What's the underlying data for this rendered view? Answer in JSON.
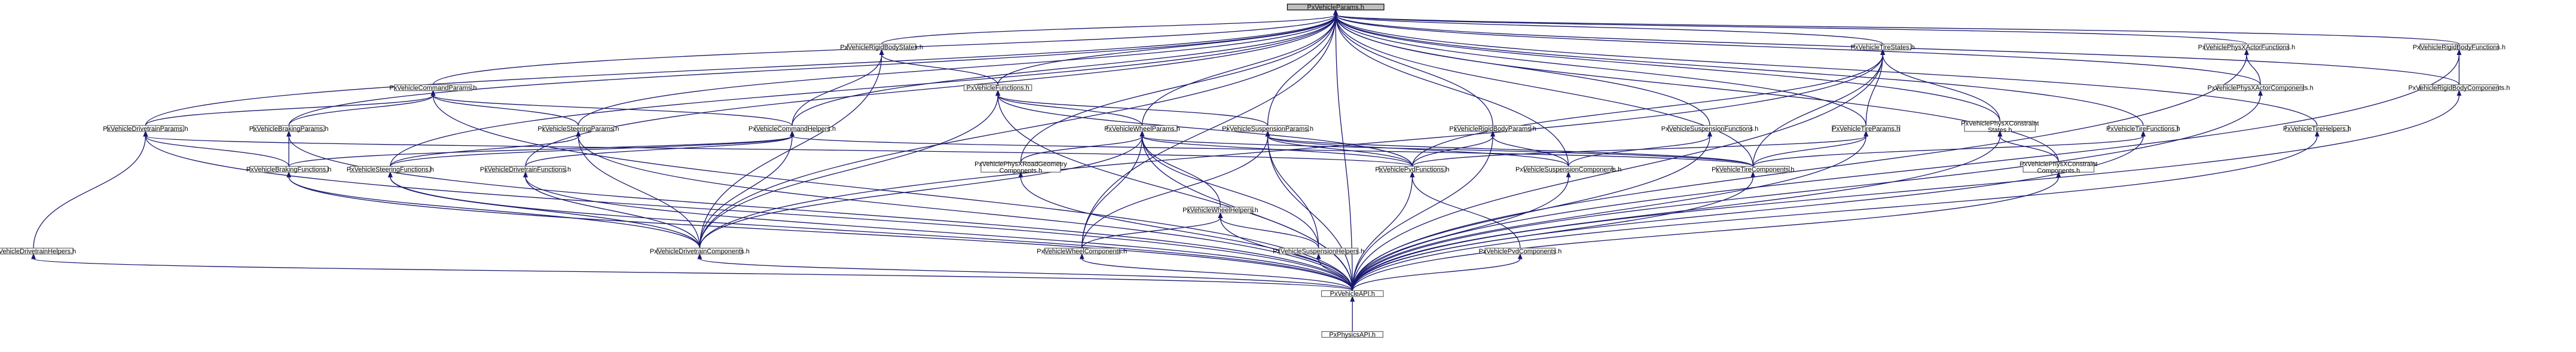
{
  "graph": {
    "title": "",
    "nodes": [
      {
        "id": "params",
        "lines": [
          "PxVehicleParams.h"
        ],
        "root": true
      },
      {
        "id": "rbstates",
        "lines": [
          "PxVehicleRigidBodyStates.h"
        ]
      },
      {
        "id": "functions",
        "lines": [
          "PxVehicleFunctions.h"
        ]
      },
      {
        "id": "cmdparams",
        "lines": [
          "PxVehicleCommandParams.h"
        ]
      },
      {
        "id": "tirestates",
        "lines": [
          "PxVehicleTireStates.h"
        ]
      },
      {
        "id": "physxactorfn",
        "lines": [
          "PxVehiclePhysXActorFunctions.h"
        ]
      },
      {
        "id": "rbfunctions",
        "lines": [
          "PxVehicleRigidBodyFunctions.h"
        ]
      },
      {
        "id": "physxactorcomp",
        "lines": [
          "PxVehiclePhysXActorComponents.h"
        ]
      },
      {
        "id": "rbcomp",
        "lines": [
          "PxVehicleRigidBodyComponents.h"
        ]
      },
      {
        "id": "drivetrainparams",
        "lines": [
          "PxVehicleDrivetrainParams.h"
        ]
      },
      {
        "id": "brakingparams",
        "lines": [
          "PxVehicleBrakingParams.h"
        ]
      },
      {
        "id": "steeringparams",
        "lines": [
          "PxVehicleSteeringParams.h"
        ]
      },
      {
        "id": "cmdhelpers",
        "lines": [
          "PxVehicleCommandHelpers.h"
        ]
      },
      {
        "id": "wheelparams",
        "lines": [
          "PxVehicleWheelParams.h"
        ]
      },
      {
        "id": "suspparams",
        "lines": [
          "PxVehicleSuspensionParams.h"
        ]
      },
      {
        "id": "rbparams",
        "lines": [
          "PxVehicleRigidBodyParams.h"
        ]
      },
      {
        "id": "suspfunctions",
        "lines": [
          "PxVehicleSuspensionFunctions.h"
        ]
      },
      {
        "id": "tireparams",
        "lines": [
          "PxVehicleTireParams.h"
        ]
      },
      {
        "id": "physxconststates",
        "lines": [
          "PxVehiclePhysXConstraint",
          "States.h"
        ]
      },
      {
        "id": "tirefunctions",
        "lines": [
          "PxVehicleTireFunctions.h"
        ]
      },
      {
        "id": "tirehelpers",
        "lines": [
          "PxVehicleTireHelpers.h"
        ]
      },
      {
        "id": "brakingfunctions",
        "lines": [
          "PxVehicleBrakingFunctions.h"
        ]
      },
      {
        "id": "steeringfunctions",
        "lines": [
          "PxVehicleSteeringFunctions.h"
        ]
      },
      {
        "id": "drivetrainfunctions",
        "lines": [
          "PxVehicleDrivetrainFunctions.h"
        ]
      },
      {
        "id": "physxroadgeom",
        "lines": [
          "PxVehiclePhysXRoadGeometry",
          "Components.h"
        ]
      },
      {
        "id": "pvdfunctions",
        "lines": [
          "PxVehiclePvdFunctions.h"
        ]
      },
      {
        "id": "suspcomponents",
        "lines": [
          "PxVehicleSuspensionComponents.h"
        ]
      },
      {
        "id": "tirecomponents",
        "lines": [
          "PxVehicleTireComponents.h"
        ]
      },
      {
        "id": "physxconstcomp",
        "lines": [
          "PxVehiclePhysXConstraint",
          "Components.h"
        ]
      },
      {
        "id": "wheelhelpers",
        "lines": [
          "PxVehicleWheelHelpers.h"
        ]
      },
      {
        "id": "drivetrainhelpers",
        "lines": [
          "PxVehicleDrivetrainHelpers.h"
        ]
      },
      {
        "id": "drivetraincomp",
        "lines": [
          "PxVehicleDrivetrainComponents.h"
        ]
      },
      {
        "id": "wheelcomponents",
        "lines": [
          "PxVehicleWheelComponents.h"
        ]
      },
      {
        "id": "susphelpers",
        "lines": [
          "PxVehicleSuspensionHelpers.h"
        ]
      },
      {
        "id": "pvdcomponents",
        "lines": [
          "PxVehiclePvdComponents.h"
        ]
      },
      {
        "id": "vehicleapi",
        "lines": [
          "PxVehicleAPI.h"
        ]
      },
      {
        "id": "physicsapi",
        "lines": [
          "PxPhysicsAPI.h"
        ]
      }
    ],
    "edges": [
      [
        "params",
        "rbstates"
      ],
      [
        "params",
        "functions"
      ],
      [
        "params",
        "cmdparams"
      ],
      [
        "params",
        "tirestates"
      ],
      [
        "params",
        "physxactorfn"
      ],
      [
        "params",
        "rbfunctions"
      ],
      [
        "params",
        "physxactorcomp"
      ],
      [
        "params",
        "rbcomp"
      ],
      [
        "params",
        "drivetrainparams"
      ],
      [
        "params",
        "brakingparams"
      ],
      [
        "params",
        "steeringparams"
      ],
      [
        "params",
        "cmdhelpers"
      ],
      [
        "params",
        "wheelparams"
      ],
      [
        "params",
        "suspparams"
      ],
      [
        "params",
        "rbparams"
      ],
      [
        "params",
        "suspfunctions"
      ],
      [
        "params",
        "tireparams"
      ],
      [
        "params",
        "physxconststates"
      ],
      [
        "params",
        "tirefunctions"
      ],
      [
        "params",
        "tirehelpers"
      ],
      [
        "params",
        "steeringfunctions"
      ],
      [
        "params",
        "drivetrainfunctions"
      ],
      [
        "params",
        "physxroadgeom"
      ],
      [
        "params",
        "suspcomponents"
      ],
      [
        "params",
        "tirecomponents"
      ],
      [
        "params",
        "physxconstcomp"
      ],
      [
        "params",
        "drivetraincomp"
      ],
      [
        "params",
        "wheelcomponents"
      ],
      [
        "params",
        "vehicleapi"
      ],
      [
        "rbstates",
        "functions"
      ],
      [
        "rbstates",
        "cmdhelpers"
      ],
      [
        "rbstates",
        "drivetraincomp"
      ],
      [
        "functions",
        "wheelparams"
      ],
      [
        "functions",
        "suspparams"
      ],
      [
        "functions",
        "drivetraincomp"
      ],
      [
        "functions",
        "vehicleapi"
      ],
      [
        "functions",
        "pvdfunctions"
      ],
      [
        "cmdparams",
        "drivetrainparams"
      ],
      [
        "cmdparams",
        "brakingparams"
      ],
      [
        "cmdparams",
        "steeringparams"
      ],
      [
        "cmdparams",
        "cmdhelpers"
      ],
      [
        "cmdparams",
        "vehicleapi"
      ],
      [
        "tirestates",
        "tireparams"
      ],
      [
        "tirestates",
        "physxconststates"
      ],
      [
        "tirestates",
        "pvdfunctions"
      ],
      [
        "tirestates",
        "tirecomponents"
      ],
      [
        "tirestates",
        "vehicleapi"
      ],
      [
        "tirestates",
        "drivetraincomp"
      ],
      [
        "physxactorfn",
        "physxactorcomp"
      ],
      [
        "physxactorfn",
        "vehicleapi"
      ],
      [
        "rbfunctions",
        "rbcomp"
      ],
      [
        "rbfunctions",
        "vehicleapi"
      ],
      [
        "physxactorcomp",
        "vehicleapi"
      ],
      [
        "rbcomp",
        "vehicleapi"
      ],
      [
        "drivetrainparams",
        "brakingfunctions"
      ],
      [
        "drivetrainparams",
        "drivetrainhelpers"
      ],
      [
        "drivetrainparams",
        "vehicleapi"
      ],
      [
        "drivetrainparams",
        "pvdfunctions"
      ],
      [
        "brakingparams",
        "brakingfunctions"
      ],
      [
        "brakingparams",
        "vehicleapi"
      ],
      [
        "steeringparams",
        "steeringfunctions"
      ],
      [
        "steeringparams",
        "drivetraincomp"
      ],
      [
        "steeringparams",
        "vehicleapi"
      ],
      [
        "cmdhelpers",
        "brakingfunctions"
      ],
      [
        "cmdhelpers",
        "steeringfunctions"
      ],
      [
        "cmdhelpers",
        "drivetrainfunctions"
      ],
      [
        "cmdhelpers",
        "drivetraincomp"
      ],
      [
        "cmdhelpers",
        "tirecomponents"
      ],
      [
        "wheelparams",
        "physxroadgeom"
      ],
      [
        "wheelparams",
        "pvdfunctions"
      ],
      [
        "wheelparams",
        "wheelhelpers"
      ],
      [
        "wheelparams",
        "susphelpers"
      ],
      [
        "wheelparams",
        "wheelcomponents"
      ],
      [
        "wheelparams",
        "drivetraincomp"
      ],
      [
        "wheelparams",
        "vehicleapi"
      ],
      [
        "wheelparams",
        "tirecomponents"
      ],
      [
        "suspparams",
        "pvdfunctions"
      ],
      [
        "suspparams",
        "suspcomponents"
      ],
      [
        "suspparams",
        "susphelpers"
      ],
      [
        "suspparams",
        "tirecomponents"
      ],
      [
        "suspparams",
        "wheelcomponents"
      ],
      [
        "suspparams",
        "vehicleapi"
      ],
      [
        "rbparams",
        "pvdfunctions"
      ],
      [
        "rbparams",
        "suspcomponents"
      ],
      [
        "rbparams",
        "vehicleapi"
      ],
      [
        "suspfunctions",
        "suspcomponents"
      ],
      [
        "suspfunctions",
        "vehicleapi"
      ],
      [
        "tireparams",
        "pvdfunctions"
      ],
      [
        "tireparams",
        "tirecomponents"
      ],
      [
        "tireparams",
        "vehicleapi"
      ],
      [
        "physxconststates",
        "physxconstcomp"
      ],
      [
        "physxconststates",
        "vehicleapi"
      ],
      [
        "tirefunctions",
        "tirecomponents"
      ],
      [
        "tirefunctions",
        "vehicleapi"
      ],
      [
        "tirehelpers",
        "vehicleapi"
      ],
      [
        "brakingfunctions",
        "drivetraincomp"
      ],
      [
        "brakingfunctions",
        "vehicleapi"
      ],
      [
        "steeringfunctions",
        "drivetraincomp"
      ],
      [
        "steeringfunctions",
        "vehicleapi"
      ],
      [
        "drivetrainfunctions",
        "drivetraincomp"
      ],
      [
        "drivetrainfunctions",
        "vehicleapi"
      ],
      [
        "physxroadgeom",
        "vehicleapi"
      ],
      [
        "pvdfunctions",
        "pvdcomponents"
      ],
      [
        "pvdfunctions",
        "vehicleapi"
      ],
      [
        "suspcomponents",
        "vehicleapi"
      ],
      [
        "tirecomponents",
        "vehicleapi"
      ],
      [
        "physxconstcomp",
        "vehicleapi"
      ],
      [
        "wheelhelpers",
        "wheelcomponents"
      ],
      [
        "wheelhelpers",
        "susphelpers"
      ],
      [
        "wheelhelpers",
        "vehicleapi"
      ],
      [
        "drivetrainhelpers",
        "vehicleapi"
      ],
      [
        "drivetraincomp",
        "vehicleapi"
      ],
      [
        "wheelcomponents",
        "vehicleapi"
      ],
      [
        "susphelpers",
        "vehicleapi"
      ],
      [
        "pvdcomponents",
        "vehicleapi"
      ],
      [
        "vehicleapi",
        "physicsapi"
      ]
    ]
  }
}
